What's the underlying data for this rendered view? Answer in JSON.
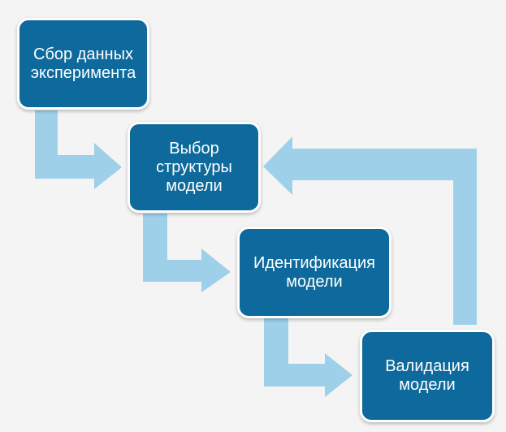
{
  "colors": {
    "background": "#f4f4f4",
    "box_fill": "#0e6a9c",
    "box_border": "#ffffff",
    "box_text": "#ffffff",
    "arrow_fill": "#9fd0ea"
  },
  "steps": [
    {
      "label": "Сбор данных\nэксперимента"
    },
    {
      "label": "Выбор\nструктуры\nмодели"
    },
    {
      "label": "Идентификация\nмодели"
    },
    {
      "label": "Валидация\nмодели"
    }
  ]
}
